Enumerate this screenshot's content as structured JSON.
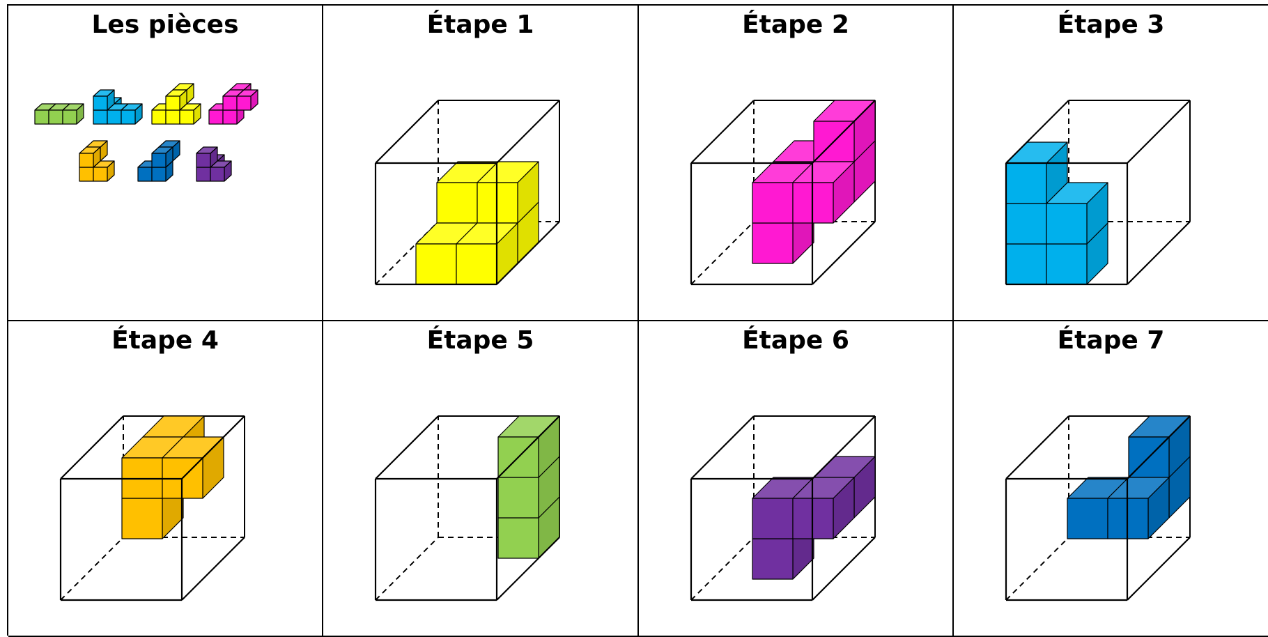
{
  "cells": [
    {
      "title": "Les pièces",
      "type": "pieces"
    },
    {
      "title": "Étape 1",
      "type": "step",
      "color": "#ffff00",
      "piece": "yellow"
    },
    {
      "title": "Étape 2",
      "type": "step",
      "color": "#ff19d2",
      "piece": "magenta"
    },
    {
      "title": "Étape 3",
      "type": "step",
      "color": "#00b0ec",
      "piece": "cyan"
    },
    {
      "title": "Étape 4",
      "type": "step",
      "color": "#ffc000",
      "piece": "orange"
    },
    {
      "title": "Étape 5",
      "type": "step",
      "color": "#92d050",
      "piece": "green"
    },
    {
      "title": "Étape 6",
      "type": "step",
      "color": "#7030a0",
      "piece": "purple"
    },
    {
      "title": "Étape 7",
      "type": "step",
      "color": "#0070c0",
      "piece": "blue"
    }
  ],
  "colors": {
    "green": "#92d050",
    "cyan": "#00b0ec",
    "yellow": "#ffff00",
    "magenta": "#ff19d2",
    "orange": "#ffc000",
    "blue": "#0070c0",
    "purple": "#7030a0"
  }
}
